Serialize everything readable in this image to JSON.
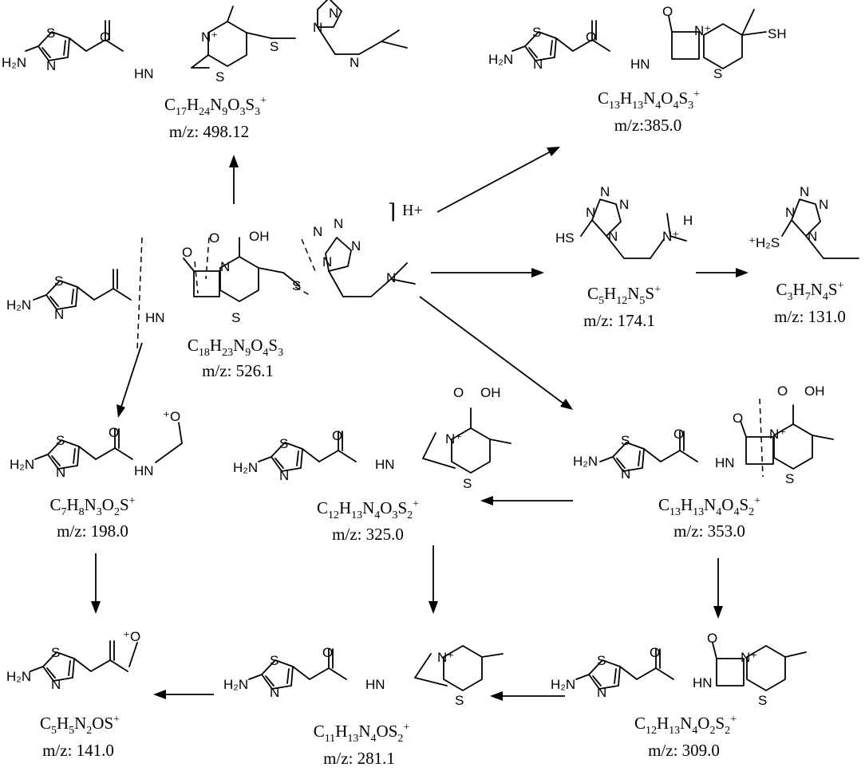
{
  "atoms": {
    "H2N": "H₂N",
    "N": "N",
    "S": "S",
    "O": "O",
    "HN": "HN",
    "Nplus": "N⁺",
    "SH": "SH",
    "HS": "HS",
    "H": "H",
    "Oplus": "⁺O",
    "H2S_plus": "⁺H₂S",
    "OH": "OH"
  },
  "proton": {
    "bracket": "⌉",
    "label": "H+"
  },
  "parent": {
    "formula": {
      "base": "C18H23N9O4S3",
      "parts": [
        [
          "C",
          ""
        ],
        [
          "18",
          "sub"
        ],
        [
          "H",
          ""
        ],
        [
          "23",
          "sub"
        ],
        [
          "N",
          ""
        ],
        [
          "9",
          "sub"
        ],
        [
          "O",
          ""
        ],
        [
          "4",
          "sub"
        ],
        [
          "S",
          ""
        ],
        [
          "3",
          "sub"
        ]
      ]
    },
    "mz": "m/z: 526.1"
  },
  "fragments": [
    {
      "id": "f498",
      "formula_parts": [
        [
          "C",
          ""
        ],
        [
          "17",
          "sub"
        ],
        [
          "H",
          ""
        ],
        [
          "24",
          "sub"
        ],
        [
          "N",
          ""
        ],
        [
          "9",
          "sub"
        ],
        [
          "O",
          ""
        ],
        [
          "3",
          "sub"
        ],
        [
          "S",
          ""
        ],
        [
          "3",
          "sub"
        ],
        [
          "+",
          "sup"
        ]
      ],
      "mz": "m/z: 498.12"
    },
    {
      "id": "f385",
      "formula_parts": [
        [
          "C",
          ""
        ],
        [
          "13",
          "sub"
        ],
        [
          "H",
          ""
        ],
        [
          "13",
          "sub"
        ],
        [
          "N",
          ""
        ],
        [
          "4",
          "sub"
        ],
        [
          "O",
          ""
        ],
        [
          "4",
          "sub"
        ],
        [
          "S",
          ""
        ],
        [
          "3",
          "sub"
        ],
        [
          "+",
          "sup"
        ]
      ],
      "mz": "m/z:385.0"
    },
    {
      "id": "f174",
      "formula_parts": [
        [
          "C",
          ""
        ],
        [
          "5",
          "sub"
        ],
        [
          "H",
          ""
        ],
        [
          "12",
          "sub"
        ],
        [
          "N",
          ""
        ],
        [
          "5",
          "sub"
        ],
        [
          "S",
          ""
        ],
        [
          "+",
          "sup"
        ]
      ],
      "mz": "m/z: 174.1"
    },
    {
      "id": "f131",
      "formula_parts": [
        [
          "C",
          ""
        ],
        [
          "3",
          "sub"
        ],
        [
          "H",
          ""
        ],
        [
          "7",
          "sub"
        ],
        [
          "N",
          ""
        ],
        [
          "4",
          "sub"
        ],
        [
          "S",
          ""
        ],
        [
          "+",
          "sup"
        ]
      ],
      "mz": "m/z: 131.0"
    },
    {
      "id": "f198",
      "formula_parts": [
        [
          "C",
          ""
        ],
        [
          "7",
          "sub"
        ],
        [
          "H",
          ""
        ],
        [
          "8",
          "sub"
        ],
        [
          "N",
          ""
        ],
        [
          "3",
          "sub"
        ],
        [
          "O",
          ""
        ],
        [
          "2",
          "sub"
        ],
        [
          "S",
          ""
        ],
        [
          "+",
          "sup"
        ]
      ],
      "mz": "m/z: 198.0"
    },
    {
      "id": "f325",
      "formula_parts": [
        [
          "C",
          ""
        ],
        [
          "12",
          "sub"
        ],
        [
          "H",
          ""
        ],
        [
          "13",
          "sub"
        ],
        [
          "N",
          ""
        ],
        [
          "4",
          "sub"
        ],
        [
          "O",
          ""
        ],
        [
          "3",
          "sub"
        ],
        [
          "S",
          ""
        ],
        [
          "2",
          "sub"
        ],
        [
          "+",
          "sup"
        ]
      ],
      "mz": "m/z: 325.0"
    },
    {
      "id": "f353",
      "formula_parts": [
        [
          "C",
          ""
        ],
        [
          "13",
          "sub"
        ],
        [
          "H",
          ""
        ],
        [
          "13",
          "sub"
        ],
        [
          "N",
          ""
        ],
        [
          "4",
          "sub"
        ],
        [
          "O",
          ""
        ],
        [
          "4",
          "sub"
        ],
        [
          "S",
          ""
        ],
        [
          "2",
          "sub"
        ],
        [
          "+",
          "sup"
        ]
      ],
      "mz": "m/z: 353.0"
    },
    {
      "id": "f141",
      "formula_parts": [
        [
          "C",
          ""
        ],
        [
          "5",
          "sub"
        ],
        [
          "H",
          ""
        ],
        [
          "5",
          "sub"
        ],
        [
          "N",
          ""
        ],
        [
          "2",
          "sub"
        ],
        [
          "O",
          ""
        ],
        [
          "S",
          ""
        ],
        [
          "+",
          "sup"
        ]
      ],
      "mz": "m/z: 141.0"
    },
    {
      "id": "f281",
      "formula_parts": [
        [
          "C",
          ""
        ],
        [
          "11",
          "sub"
        ],
        [
          "H",
          ""
        ],
        [
          "13",
          "sub"
        ],
        [
          "N",
          ""
        ],
        [
          "4",
          "sub"
        ],
        [
          "O",
          ""
        ],
        [
          "S",
          ""
        ],
        [
          "2",
          "sub"
        ],
        [
          "+",
          "sup"
        ]
      ],
      "mz": "m/z: 281.1"
    },
    {
      "id": "f309",
      "formula_parts": [
        [
          "C",
          ""
        ],
        [
          "12",
          "sub"
        ],
        [
          "H",
          ""
        ],
        [
          "13",
          "sub"
        ],
        [
          "N",
          ""
        ],
        [
          "4",
          "sub"
        ],
        [
          "O",
          ""
        ],
        [
          "2",
          "sub"
        ],
        [
          "S",
          ""
        ],
        [
          "2",
          "sub"
        ],
        [
          "+",
          "sup"
        ]
      ],
      "mz": "m/z: 309.0"
    }
  ],
  "pathways": [
    {
      "from": "parent",
      "to": "f498"
    },
    {
      "from": "parent",
      "to": "f385"
    },
    {
      "from": "parent",
      "to": "f174"
    },
    {
      "from": "f174",
      "to": "f131"
    },
    {
      "from": "parent",
      "to": "f198"
    },
    {
      "from": "parent",
      "to": "f353"
    },
    {
      "from": "f353",
      "to": "f325"
    },
    {
      "from": "f198",
      "to": "f141"
    },
    {
      "from": "f325",
      "to": "f281"
    },
    {
      "from": "f353",
      "to": "f309"
    },
    {
      "from": "f309",
      "to": "f281"
    },
    {
      "from": "f281",
      "to": "f141"
    }
  ]
}
